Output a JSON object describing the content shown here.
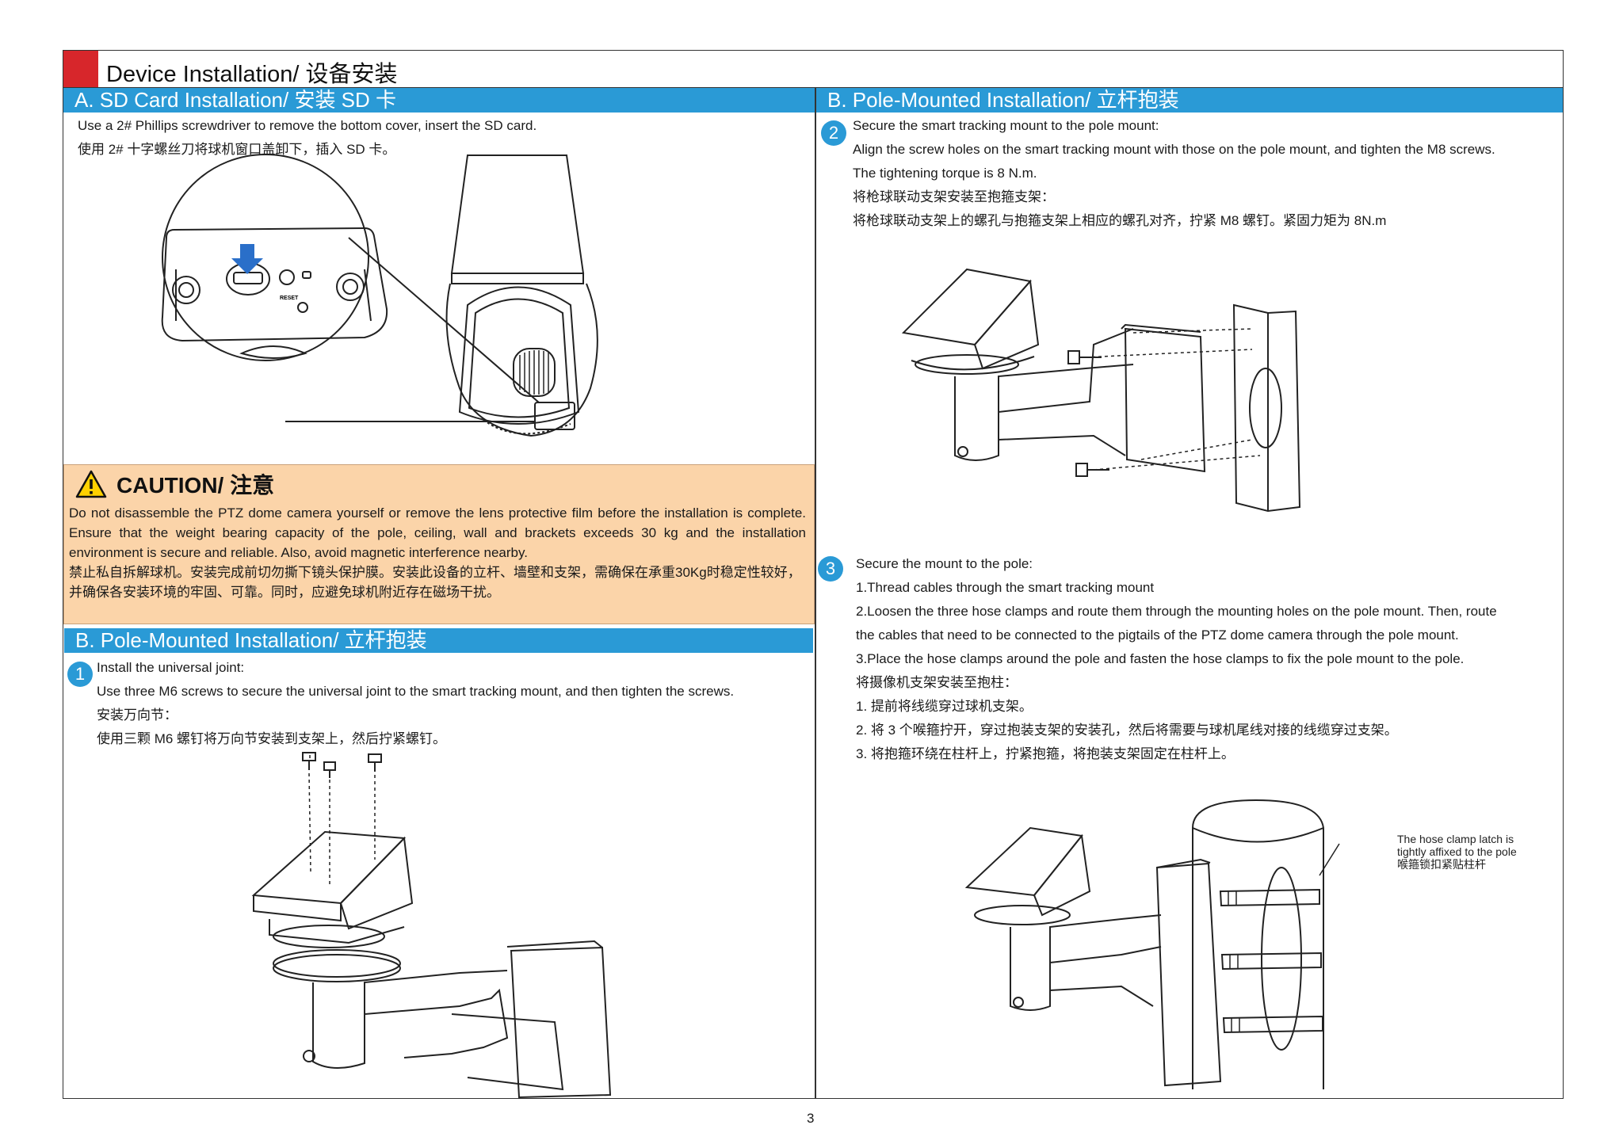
{
  "page": {
    "title": "Device Installation/ 设备安装",
    "page_number": "3"
  },
  "sd_card": {
    "heading": "A. SD Card Installation/ 安装 SD 卡",
    "lines": [
      "Use a 2# Phillips screwdriver to remove the bottom cover, insert the SD card.",
      "使用 2# 十字螺丝刀将球机窗口盖卸下，插入 SD 卡。"
    ],
    "reset_label": "RESET"
  },
  "caution": {
    "title": "CAUTION/ 注意",
    "warning_icon": "warning-triangle-icon",
    "en": "Do not disassemble the PTZ dome camera yourself or remove the lens protective film before the installation is complete. Ensure that the weight bearing capacity of the pole, ceiling, wall and brackets exceeds 30 kg and the installation environment is secure and reliable. Also, avoid magnetic interference nearby.",
    "zh_lines": [
      "禁止私自拆解球机。安装完成前切勿撕下镜头保护膜。安装此设备的立杆、墙壁和支架，需确保在承重30Kg时稳定性较好，",
      "并确保各安装环境的牢固、可靠。同时，应避免球机附近存在磁场干扰。"
    ]
  },
  "pole_left": {
    "heading": "B. Pole-Mounted Installation/ 立杆抱装",
    "step1": {
      "number": "1",
      "lines": [
        "Install the universal joint:",
        "Use three M6 screws to secure the universal joint to the smart tracking mount, and then tighten the screws.",
        "安装万向节：",
        "使用三颗 M6 螺钉将万向节安装到支架上，然后拧紧螺钉。"
      ]
    }
  },
  "pole_right": {
    "heading": "B. Pole-Mounted Installation/ 立杆抱装",
    "step2": {
      "number": "2",
      "lines": [
        "Secure the smart tracking mount to the pole mount:",
        "Align the screw holes on the smart tracking mount with those on the pole mount, and tighten the M8 screws.",
        "The tightening torque is 8 N.m.",
        "将枪球联动支架安装至抱箍支架：",
        "将枪球联动支架上的螺孔与抱箍支架上相应的螺孔对齐，拧紧 M8 螺钉。紧固力矩为 8N.m"
      ]
    },
    "step3": {
      "number": "3",
      "lines": [
        "Secure the mount to the pole:",
        "1.Thread cables through the smart tracking mount",
        "2.Loosen the three hose clamps and route them through the mounting holes on the pole mount. Then, route",
        "the cables that need to be connected to the pigtails of the PTZ dome camera through the pole mount.",
        "3.Place the hose clamps around the pole and fasten the hose clamps to fix the pole mount to the pole.",
        "将摄像机支架安装至抱柱：",
        "1. 提前将线缆穿过球机支架。",
        "2. 将 3 个喉箍拧开，穿过抱装支架的安装孔，然后将需要与球机尾线对接的线缆穿过支架。",
        "3. 将抱箍环绕在柱杆上，拧紧抱箍，将抱装支架固定在柱杆上。"
      ]
    },
    "callout": [
      "The hose clamp latch is",
      "tightly affixed to the pole",
      "喉箍锁扣紧贴柱杆"
    ]
  },
  "colors": {
    "accent_blue": "#2a9ad6",
    "accent_red": "#d7262b",
    "caution_bg": "#fbd4a9"
  }
}
